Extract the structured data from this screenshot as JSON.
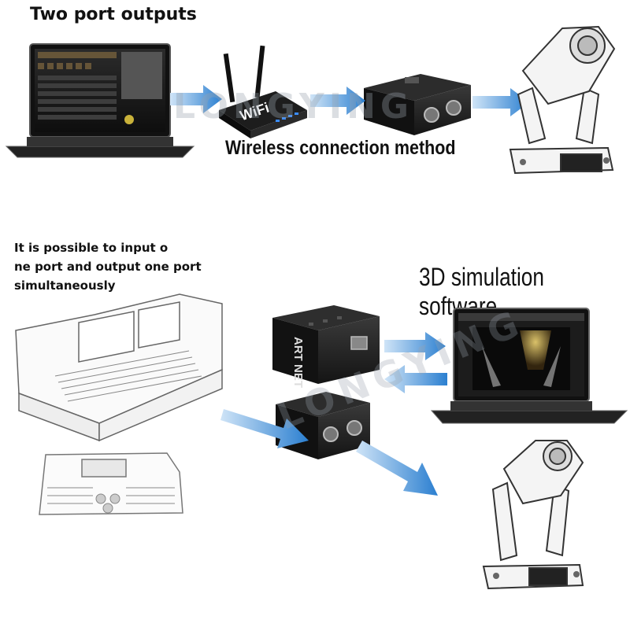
{
  "top_section": {
    "title": "Two port outputs",
    "caption": "Wireless connection method",
    "router_label": "WiFi",
    "watermark": "LONGYING"
  },
  "bottom_section": {
    "description_lines": [
      "It is possible to input o",
      "ne port and output one port",
      "simultaneously"
    ],
    "software_title": "3D simulation software",
    "watermark": "LONGYING",
    "node_label": "ART NET"
  },
  "colors": {
    "arrow_blue": "#2b7fd0",
    "device_black": "#1c1c1c",
    "laptop_screen": "#1a1a1a"
  }
}
